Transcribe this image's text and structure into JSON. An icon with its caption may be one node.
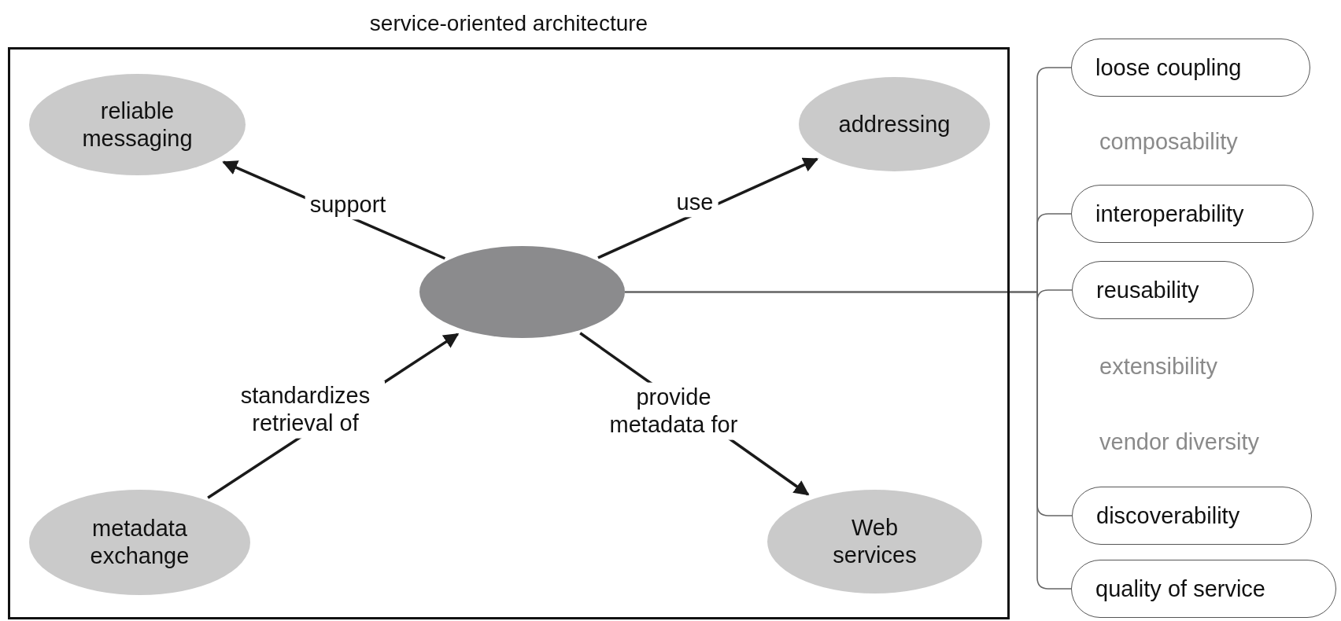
{
  "diagram": {
    "nodes": [
      {
        "text": [
          "service-oriented architecture"
        ]
      },
      {
        "text": [
          "reliable messaging"
        ],
        "in": 0
      },
      {
        "text": [
          "addressing"
        ],
        "in": 0
      },
      {
        "text": [],
        "shape": "ellipse",
        "in": 0
      },
      {
        "text": [
          "metadata exchange"
        ],
        "in": 0
      },
      {
        "text": [
          "Web services"
        ],
        "in": 0
      },
      {
        "text": [
          "loose coupling"
        ]
      },
      {
        "text": [
          "interoperability"
        ]
      },
      {
        "text": [
          "reusability"
        ]
      },
      {
        "text": [
          "discoverability"
        ]
      },
      {
        "text": [
          "quality of service"
        ]
      }
    ],
    "edges": [
      {
        "from": 3,
        "to": 1,
        "arrow": "to",
        "label": "support",
        "color": "#1a1a1a"
      },
      {
        "from": 3,
        "to": 2,
        "arrow": "to",
        "label": "use",
        "color": "#1a1a1a"
      },
      {
        "from": 4,
        "to": 3,
        "arrow": "to",
        "label": "standardizes retrieval of",
        "color": "#1a1a1a"
      },
      {
        "from": 3,
        "to": 5,
        "arrow": "to",
        "label": "provide metadata for",
        "color": "#1a1a1a"
      },
      {
        "from": 3,
        "to": 6,
        "arrow": "none"
      },
      {
        "from": 3,
        "to": 7,
        "arrow": "none"
      },
      {
        "from": 3,
        "to": 8,
        "arrow": "none"
      },
      {
        "from": 3,
        "to": 9,
        "arrow": "none"
      },
      {
        "from": 3,
        "to": 10,
        "arrow": "none"
      }
    ],
    "labels": [
      "composability",
      "extensibility",
      "vendor diversity"
    ]
  }
}
